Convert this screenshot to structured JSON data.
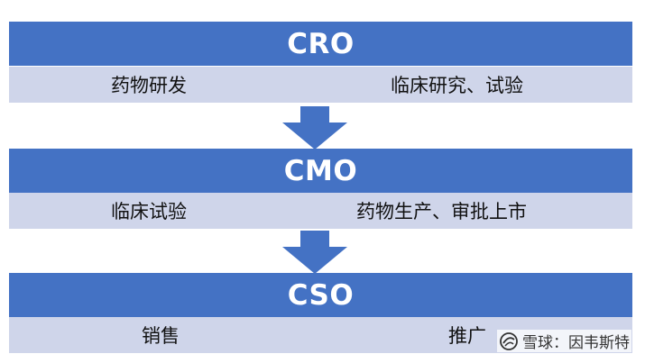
{
  "stages": [
    {
      "title": "CRO",
      "left": "药物研发",
      "right": "临床研究、试验"
    },
    {
      "title": "CMO",
      "left": "临床试验",
      "right": "药物生产、审批上市"
    },
    {
      "title": "CSO",
      "left": "销售",
      "right": "推广"
    }
  ],
  "colors": {
    "bar": "#4472c4",
    "sub": "#cfd5ea",
    "text": "#111111"
  },
  "watermark": {
    "icon": "snowball-logo-icon",
    "text": "雪球：因韦斯特"
  }
}
